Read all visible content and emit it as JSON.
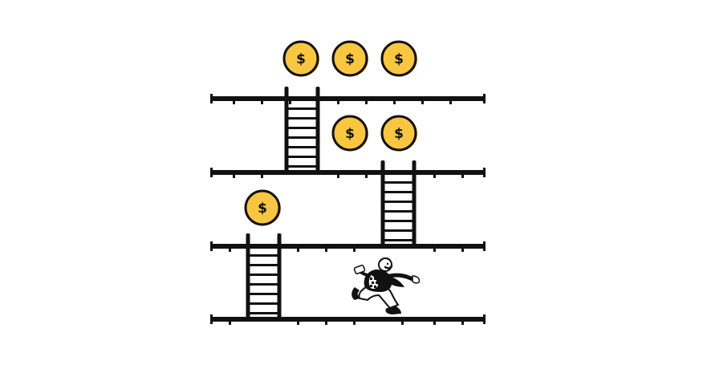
{
  "scene": {
    "background_color": "#ffffff",
    "ink_color": "#111111",
    "coin_color": "#f9c642",
    "coin_rim_color": "#111111",
    "coin_shadow_color": "#d99a1a"
  },
  "coins": [
    {
      "symbol": "$"
    },
    {
      "symbol": "$"
    },
    {
      "symbol": "$"
    },
    {
      "symbol": "$"
    },
    {
      "symbol": "$"
    },
    {
      "symbol": "$"
    }
  ],
  "platforms": [
    {
      "level": 1
    },
    {
      "level": 2
    },
    {
      "level": 3
    },
    {
      "level": 4
    }
  ],
  "ladders": [
    {
      "connects": "level-2-to-level-1"
    },
    {
      "connects": "level-3-to-level-2"
    },
    {
      "connects": "level-4-to-level-3"
    }
  ],
  "character": {
    "icon": "running-tycoon-icon"
  }
}
